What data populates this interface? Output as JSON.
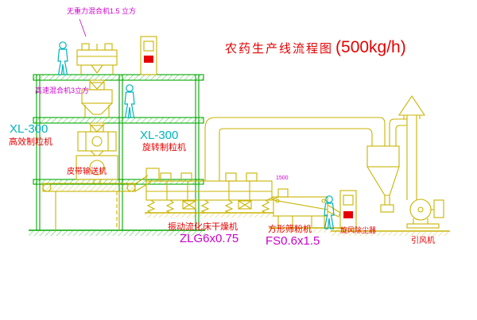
{
  "title": {
    "text": "农药生产线流程图",
    "capacity": "(500kg/h)"
  },
  "equipment_labels": {
    "gravity_mixer": "无重力混合机1.5 立方",
    "high_speed_mixer": "高速混合机3立方",
    "granulator_left_model": "XL-300",
    "granulator_left_name": "高效制粒机",
    "granulator_right_model": "XL-300",
    "granulator_right_name": "旋转制粒机",
    "belt_conveyor": "皮带输送机",
    "fluid_bed_dryer": "振动流化床干燥机",
    "fluid_bed_dryer_model": "ZLG6x0.75",
    "square_sieve": "方形筛粉机",
    "square_sieve_model": "FS0.6x1.5",
    "cyclone": "旋风除尘器",
    "induced_draft_fan": "引风机",
    "dimension": "1500"
  },
  "colors": {
    "line-yellow": "#c8b400",
    "line-green": "#00a800",
    "line-cyan": "#00b4bc",
    "text-red": "#e60000",
    "text-magenta": "#cc00cc",
    "bg": "#ffffff"
  }
}
